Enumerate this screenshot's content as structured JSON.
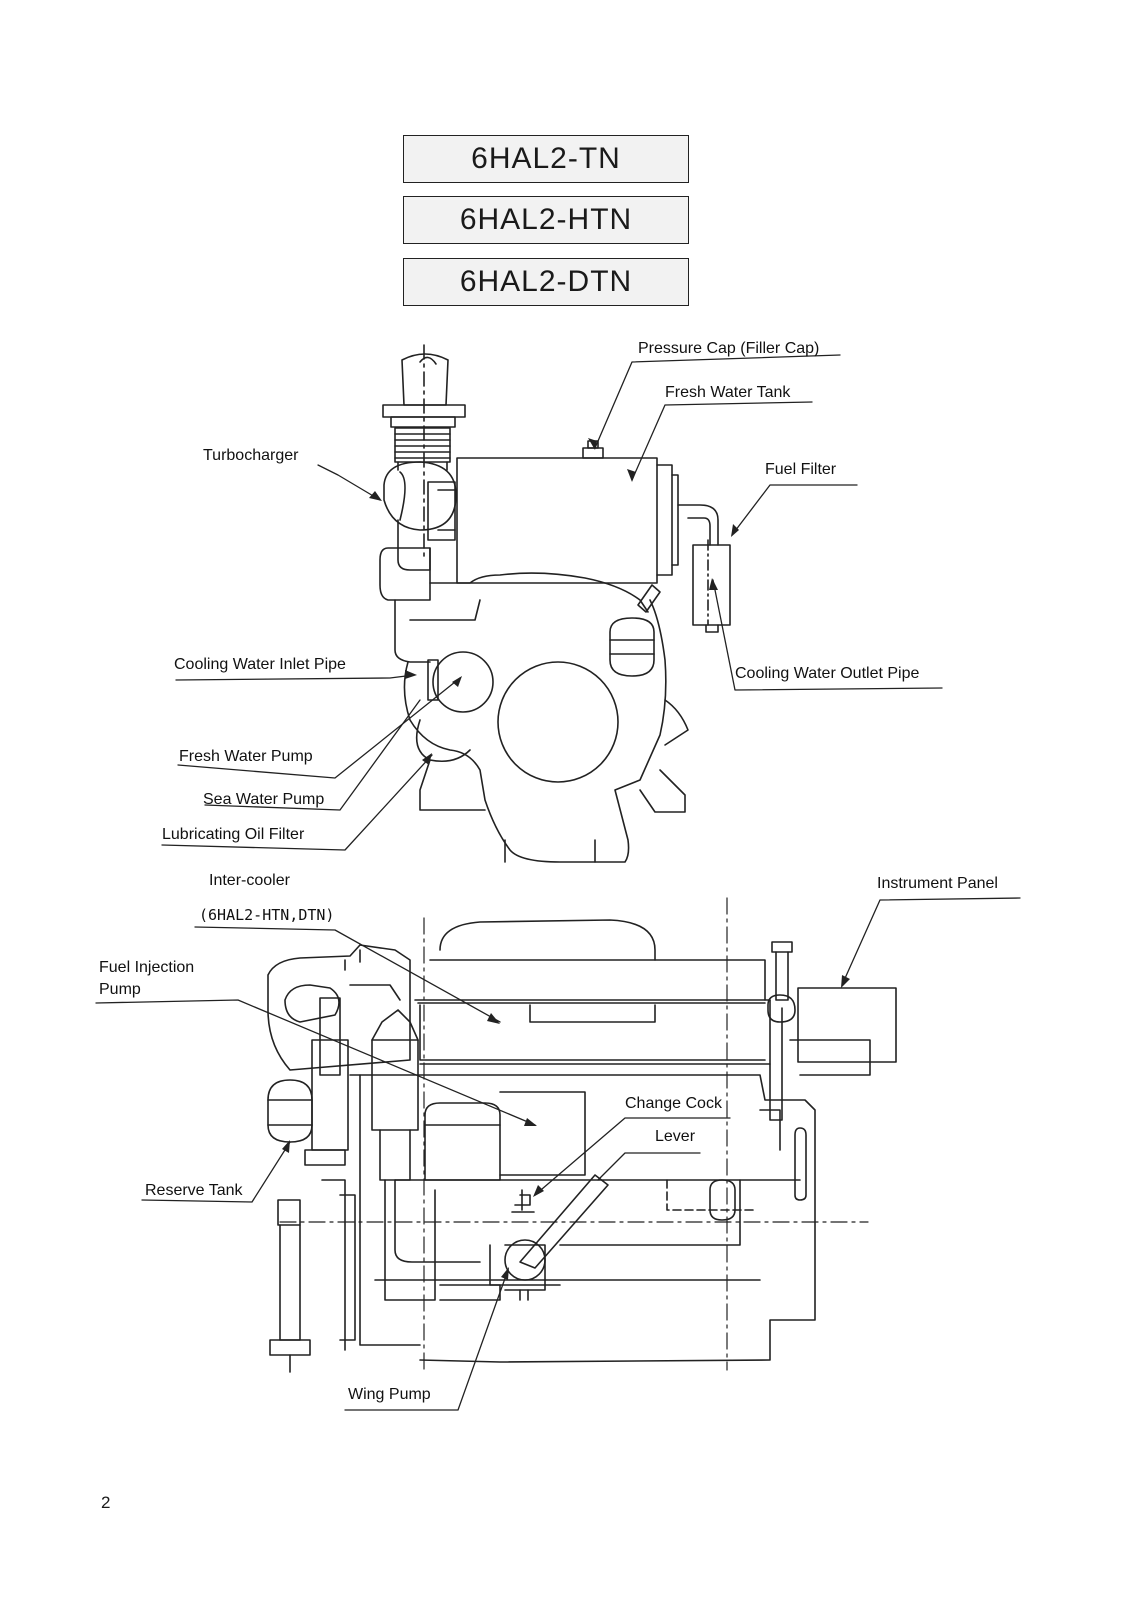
{
  "models": [
    "6HAL2-TN",
    "6HAL2-HTN",
    "6HAL2-DTN"
  ],
  "labels": {
    "pressure_cap": "Pressure Cap (Filler Cap)",
    "fresh_water_tank": "Fresh Water Tank",
    "turbocharger": "Turbocharger",
    "fuel_filter": "Fuel Filter",
    "cooling_water_inlet_pipe": "Cooling Water Inlet Pipe",
    "cooling_water_outlet_pipe": "Cooling Water Outlet Pipe",
    "fresh_water_pump": "Fresh Water Pump",
    "sea_water_pump": "Sea Water Pump",
    "lubricating_oil_filter": "Lubricating Oil Filter",
    "inter_cooler": "Inter-cooler",
    "inter_cooler_note": "(6HAL2-HTN,DTN)",
    "instrument_panel": "Instrument Panel",
    "fuel_injection_pump_1": "Fuel Injection",
    "fuel_injection_pump_2": "Pump",
    "change_cock": "Change Cock",
    "lever": "Lever",
    "reserve_tank": "Reserve Tank",
    "wing_pump": "Wing Pump"
  },
  "page_number": "2"
}
